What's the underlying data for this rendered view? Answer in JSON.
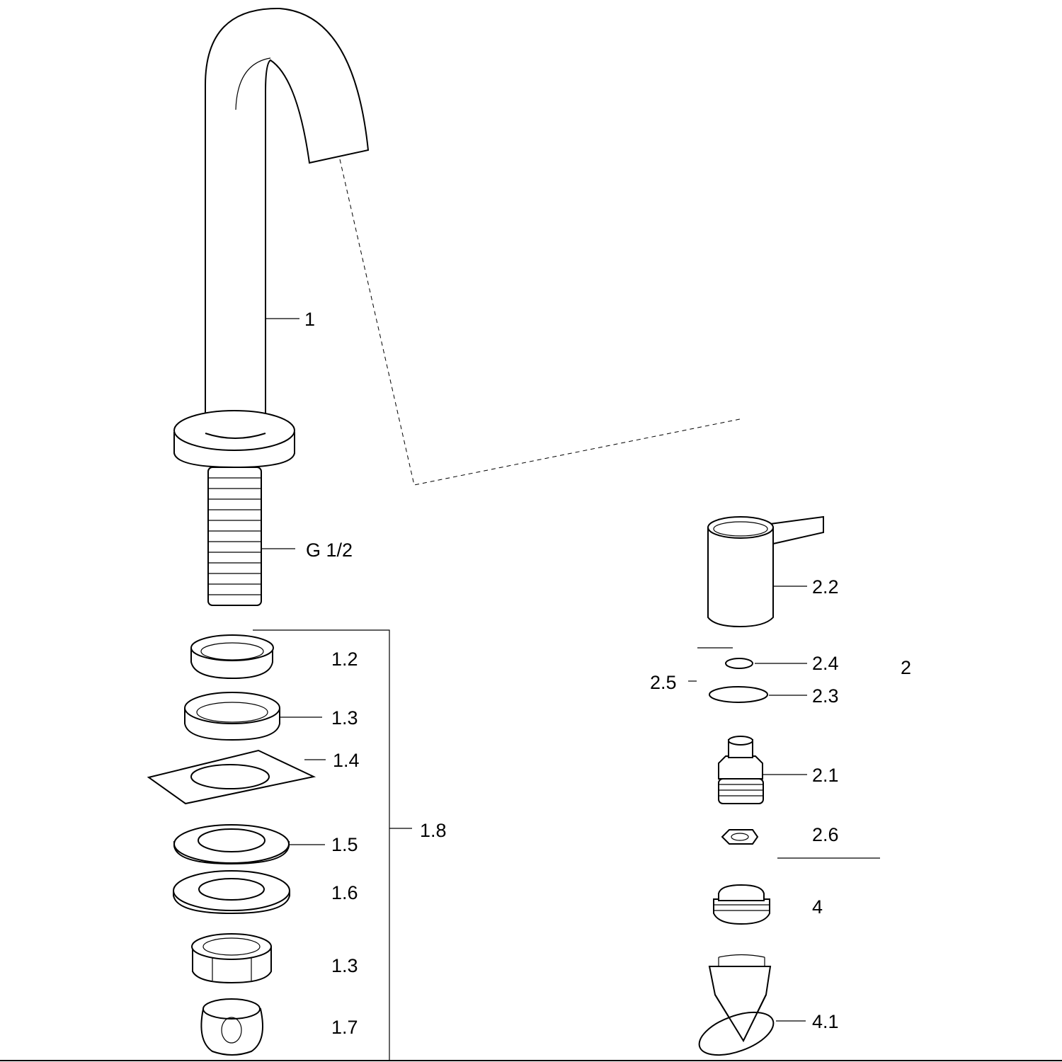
{
  "labels": {
    "spout": "1",
    "thread": "G 1/2",
    "p1_2": "1.2",
    "p1_3a": "1.3",
    "p1_4": "1.4",
    "p1_8": "1.8",
    "p1_5": "1.5",
    "p1_6": "1.6",
    "p1_3b": "1.3",
    "p1_7": "1.7",
    "p2_2": "2.2",
    "p2_4": "2.4",
    "p2": "2",
    "p2_5": "2.5",
    "p2_3": "2.3",
    "p2_1": "2.1",
    "p2_6": "2.6",
    "p4": "4",
    "p4_1": "4.1"
  }
}
